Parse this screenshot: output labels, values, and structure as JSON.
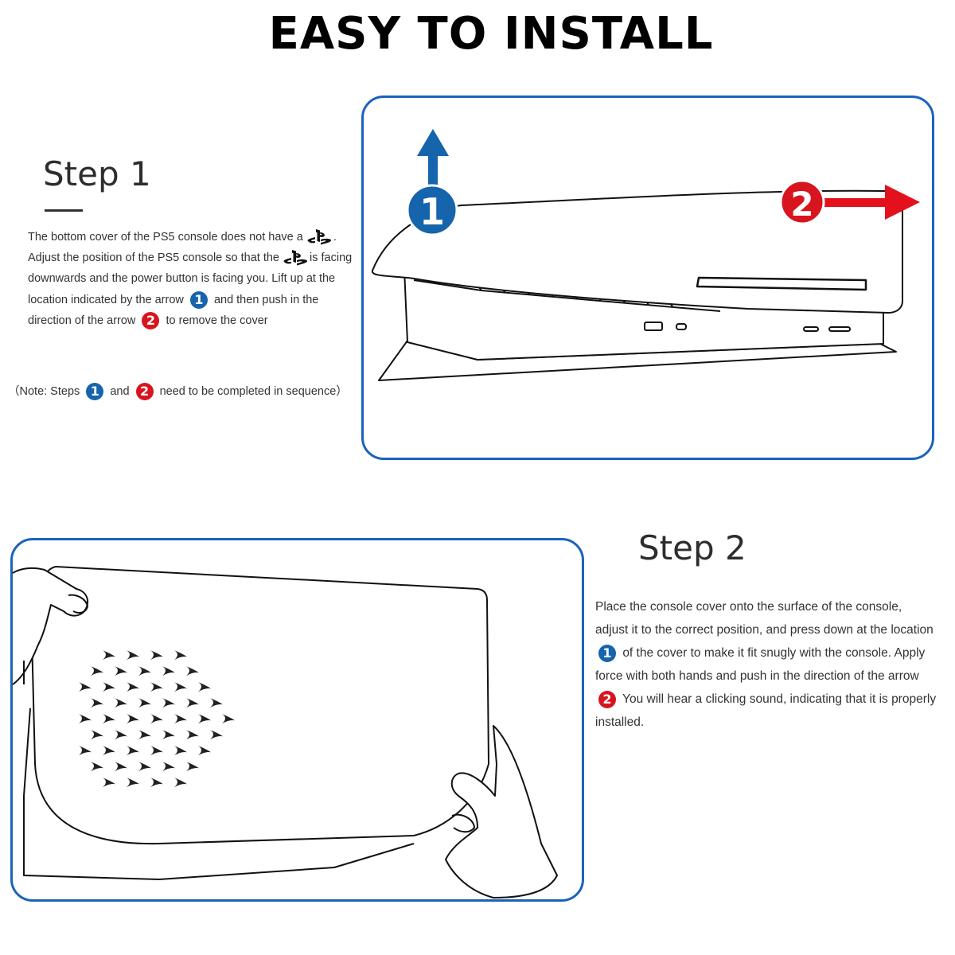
{
  "header": {
    "title": "EASY TO INSTALL"
  },
  "step1": {
    "title": "Step 1",
    "line1": "The bottom cover of the PS5 console does not have a",
    "line1_end": ".",
    "line2_start": "Adjust the position of the PS5 console so that the",
    "line2_end": "is facing",
    "line3": "downwards and the power button is facing you. Lift up at the",
    "line4_start": "location indicated by the arrow",
    "line4_end": "and then push in the",
    "line5_start": "direction of the arrow",
    "line5_end": "to remove the cover",
    "note_start": "（Note: Steps",
    "note_mid": "and",
    "note_end": "need to be completed in sequence）"
  },
  "step2": {
    "title": "Step 2",
    "line1": "Place the console cover onto the surface of the console,",
    "line2": "adjust it to the correct position, and press down at the location",
    "line3_end": "of the cover to make it fit snugly with the console. Apply",
    "line4": "force with both hands and push in the direction of the arrow",
    "line5_end": "You will hear a clicking sound, indicating that it is properly",
    "line6": "installed."
  },
  "badges": {
    "one": "1",
    "two": "2"
  },
  "colors": {
    "frame": "#1a63bd",
    "badge_blue": "#1564ac",
    "badge_red": "#d8141f",
    "arrow_blue": "#1564ac",
    "arrow_red": "#e3111b"
  },
  "icons": [
    "playstation-logo-icon",
    "arrow-up-icon",
    "arrow-right-icon"
  ]
}
